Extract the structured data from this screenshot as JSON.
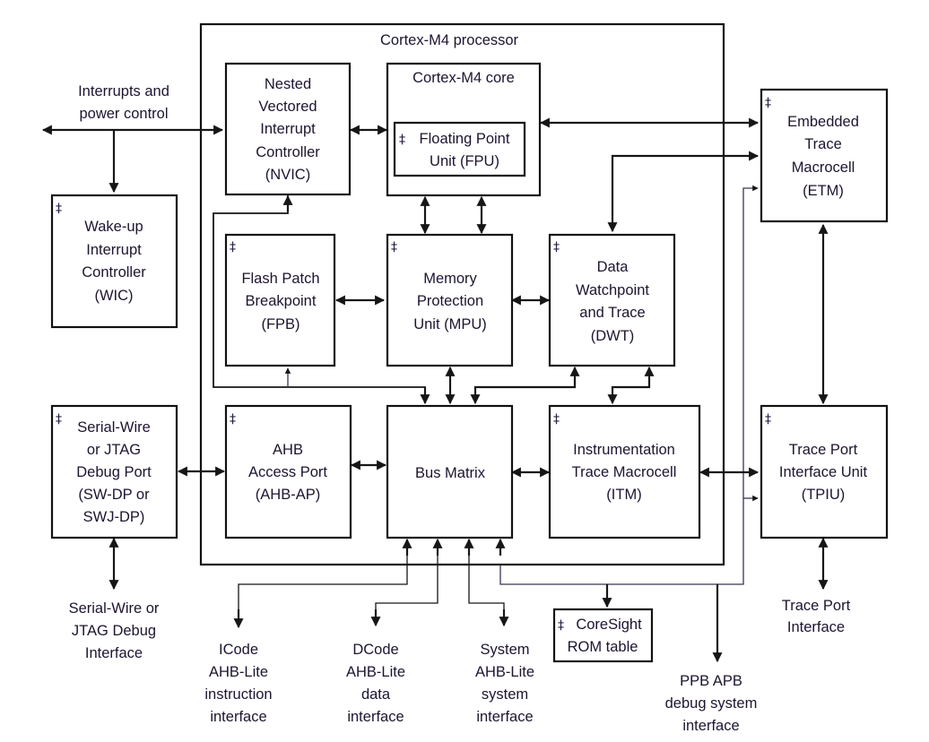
{
  "processor": {
    "title": "Cortex-M4 processor"
  },
  "external_labels": {
    "interrupts": [
      "Interrupts and",
      "power control"
    ],
    "swj": [
      "Serial-Wire or",
      "JTAG Debug",
      "Interface"
    ],
    "icode": [
      "ICode",
      "AHB-Lite",
      "instruction",
      "interface"
    ],
    "dcode": [
      "DCode",
      "AHB-Lite",
      "data",
      "interface"
    ],
    "system": [
      "System",
      "AHB-Lite",
      "system",
      "interface"
    ],
    "ppb": [
      "PPB APB",
      "debug system",
      "interface"
    ],
    "trace_port": [
      "Trace Port",
      "Interface"
    ]
  },
  "blocks": {
    "nvic": {
      "lines": [
        "Nested",
        "Vectored",
        "Interrupt",
        "Controller",
        "(NVIC)"
      ],
      "optional": false
    },
    "core": {
      "lines": [
        "Cortex-M4 core"
      ],
      "optional": false
    },
    "fpu": {
      "lines": [
        "Floating Point",
        "Unit (FPU)"
      ],
      "optional": true
    },
    "etm": {
      "lines": [
        "Embedded",
        "Trace",
        "Macrocell",
        "(ETM)"
      ],
      "optional": true
    },
    "wic": {
      "lines": [
        "Wake-up",
        "Interrupt",
        "Controller",
        "(WIC)"
      ],
      "optional": true
    },
    "fpb": {
      "lines": [
        "Flash Patch",
        "Breakpoint",
        "(FPB)"
      ],
      "optional": true
    },
    "mpu": {
      "lines": [
        "Memory",
        "Protection",
        "Unit (MPU)"
      ],
      "optional": true
    },
    "dwt": {
      "lines": [
        "Data",
        "Watchpoint",
        "and Trace",
        "(DWT)"
      ],
      "optional": true
    },
    "swdp": {
      "lines": [
        "Serial-Wire",
        "or JTAG",
        "Debug Port",
        "(SW-DP or",
        "SWJ-DP)"
      ],
      "optional": true
    },
    "ahbap": {
      "lines": [
        "AHB",
        "Access Port",
        "(AHB-AP)"
      ],
      "optional": true
    },
    "busmatrix": {
      "lines": [
        "Bus Matrix"
      ],
      "optional": false
    },
    "itm": {
      "lines": [
        "Instrumentation",
        "Trace Macrocell",
        "(ITM)"
      ],
      "optional": true
    },
    "tpiu": {
      "lines": [
        "Trace Port",
        "Interface Unit",
        "(TPIU)"
      ],
      "optional": true
    },
    "romtable": {
      "lines": [
        "CoreSight",
        "ROM table"
      ],
      "optional": true
    }
  },
  "legend": {
    "optional_marker": "‡"
  }
}
